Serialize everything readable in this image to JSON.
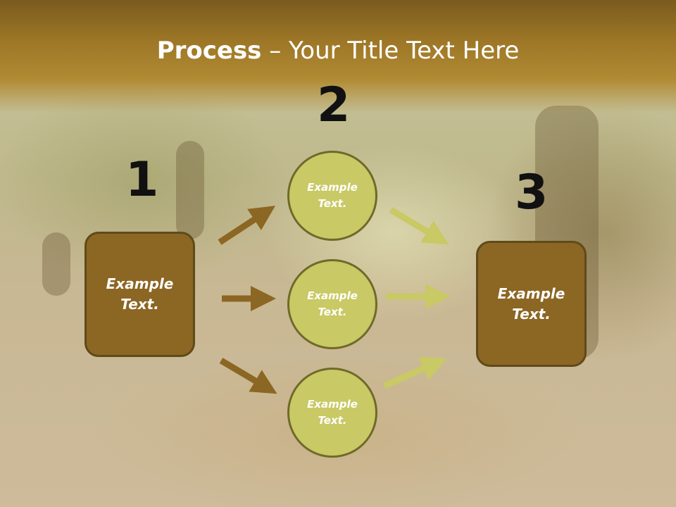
{
  "slide": {
    "title_bold": "Process",
    "title_rest": " – Your Title Text Here"
  },
  "steps": {
    "one": "1",
    "two": "2",
    "three": "3"
  },
  "boxes": {
    "left": "Example\nText.",
    "right": "Example\nText."
  },
  "circles": {
    "top": "Example\nText.",
    "middle": "Example\nText.",
    "bottom": "Example\nText."
  },
  "colors": {
    "header": "#9c7626",
    "box_fill": "#8c6623",
    "circle_fill": "#c9c965",
    "arrow_brown": "#8c6623",
    "arrow_olive": "#c9c965"
  }
}
